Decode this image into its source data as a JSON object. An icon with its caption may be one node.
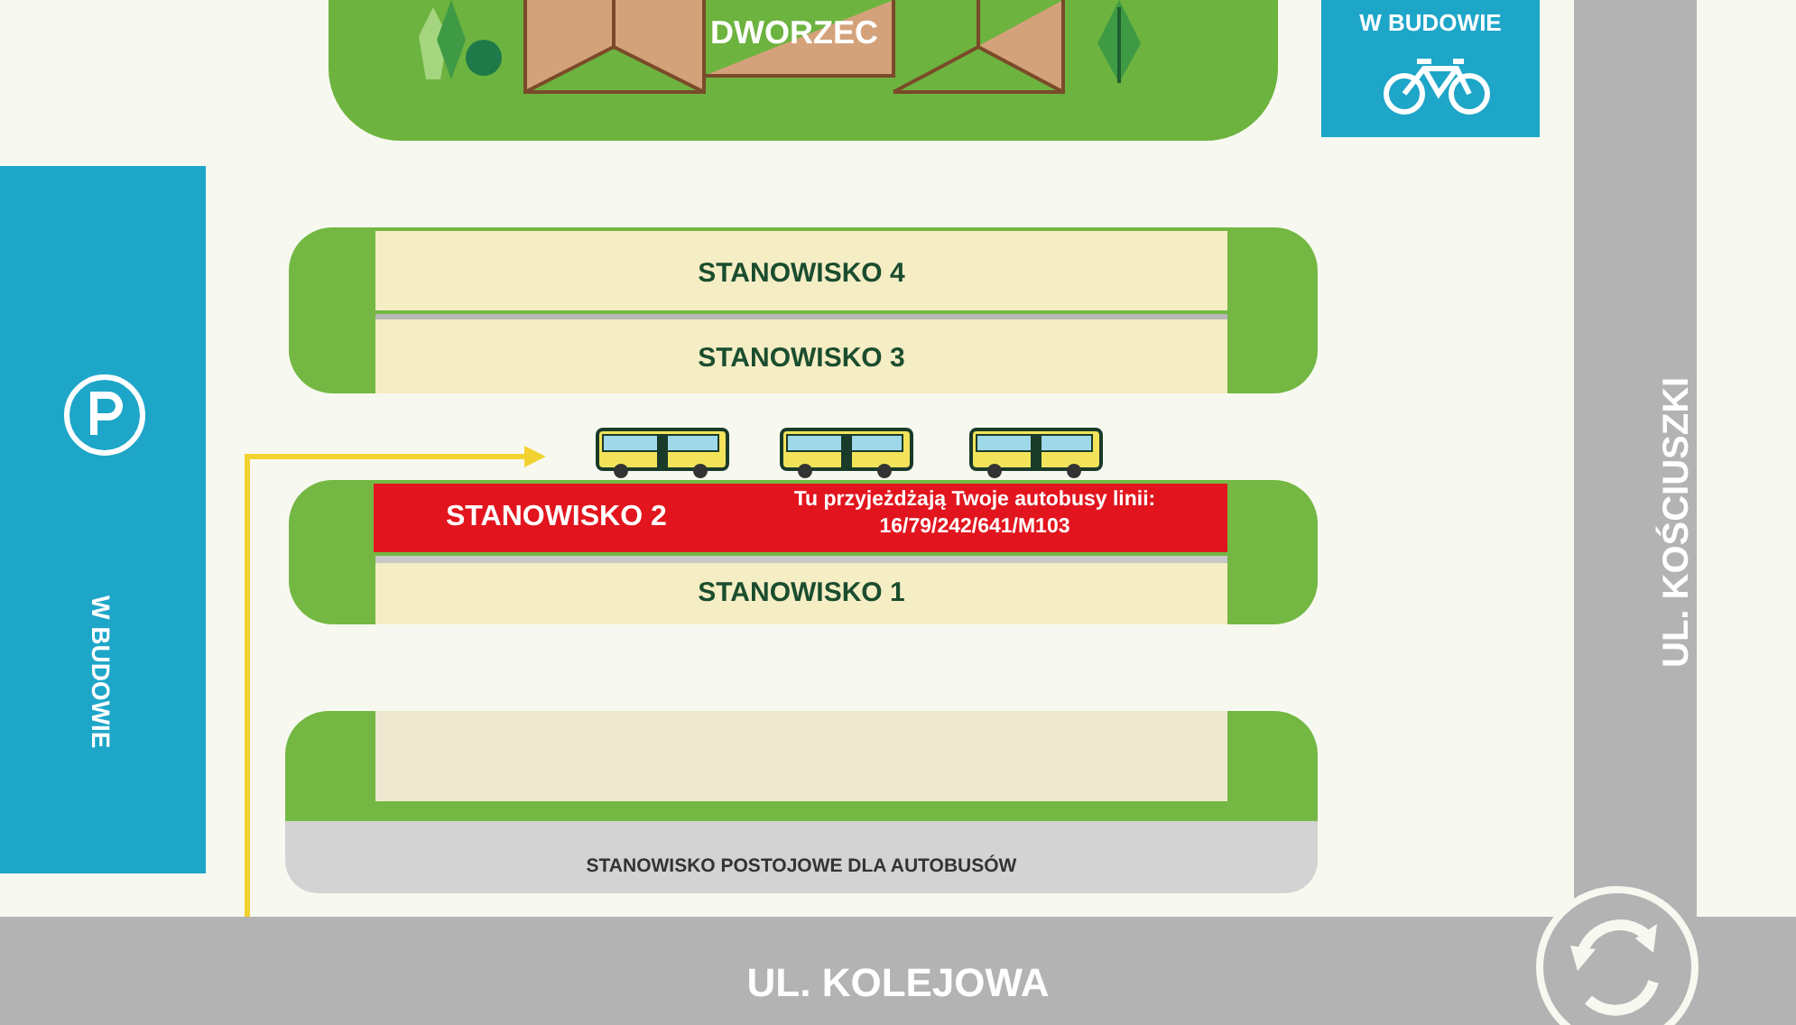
{
  "diagram": {
    "nodes": [
      {
        "text": [
          "DWORZEC"
        ]
      },
      {
        "text": [
          "W BUDOWIE"
        ]
      },
      {
        "text": [
          "W BUDOWIE"
        ]
      },
      {
        "text": [
          "STANOWISKO 4"
        ]
      },
      {
        "text": [
          "STANOWISKO 3"
        ]
      },
      {
        "text": [
          "STANOWISKO 2",
          "Tu przyjeżdżają Twoje autobusy linii: 16/79/242/641/M103"
        ]
      },
      {
        "text": [
          "STANOWISKO 1"
        ]
      },
      {
        "text": [],
        "shape": "bar"
      },
      {
        "text": [
          "STANOWISKO POSTOJOWE DLA AUTOBUSÓW"
        ]
      },
      {
        "text": [
          "UL. KOŚCIUSZKI"
        ]
      },
      {
        "text": [
          "UL. KOLEJOWA"
        ]
      }
    ],
    "edges": [
      {
        "from": 10,
        "to": 5,
        "arrow": "to",
        "color": "#f2d230"
      }
    ]
  }
}
